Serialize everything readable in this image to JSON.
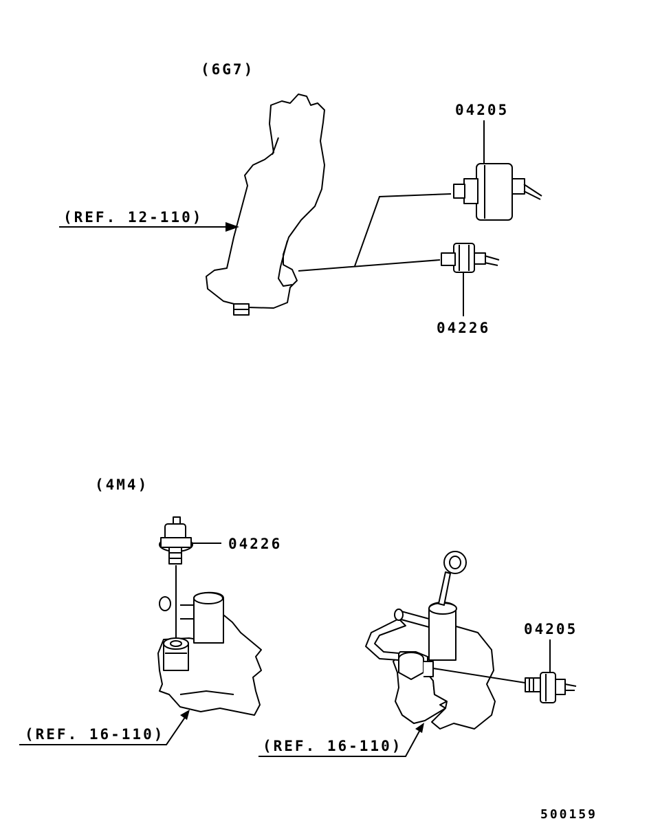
{
  "sections": {
    "top": {
      "engine_label": "(6G7)",
      "reference": "(REF. 12-110)",
      "part_a": "04205",
      "part_b": "04226"
    },
    "bottom": {
      "engine_label": "(4M4)",
      "left_part": "04226",
      "left_reference": "(REF. 16-110)",
      "right_part": "04205",
      "right_reference": "(REF. 16-110)"
    }
  },
  "figure_number": "500159"
}
